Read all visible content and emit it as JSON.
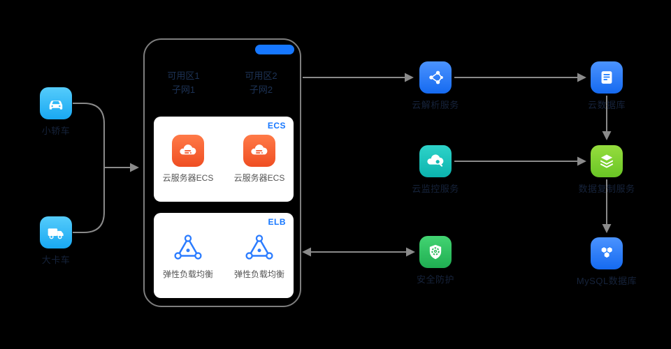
{
  "diagram": {
    "sources": {
      "car": {
        "label": "小轿车"
      },
      "truck": {
        "label": "大卡车"
      }
    },
    "vpc": {
      "zone1": {
        "line1": "可用区1",
        "line2": "子网1"
      },
      "zone2": {
        "line1": "可用区2",
        "line2": "子网2"
      },
      "ecs": {
        "tag": "ECS",
        "item1": "云服务器ECS",
        "item2": "云服务器ECS"
      },
      "elb": {
        "tag": "ELB",
        "item1": "弹性负载均衡",
        "item2": "弹性负载均衡"
      }
    },
    "services": {
      "dns": {
        "label": "云解析服务"
      },
      "rds": {
        "label": "云数据库"
      },
      "ces": {
        "label": "云监控服务"
      },
      "drs": {
        "label": "数据复制服务"
      },
      "mysql": {
        "label": "MySQL数据库"
      },
      "security": {
        "label": "安全防护"
      }
    },
    "colors": {
      "accent_blue": "#1677ff",
      "cyan": "#35c2f9",
      "teal": "#12c3bd",
      "green": "#7ed321",
      "shield_green": "#2fc25b",
      "orange": "#f2552a",
      "connector": "#8a8a8a",
      "card_bg": "#ffffff",
      "background": "#000000"
    }
  }
}
